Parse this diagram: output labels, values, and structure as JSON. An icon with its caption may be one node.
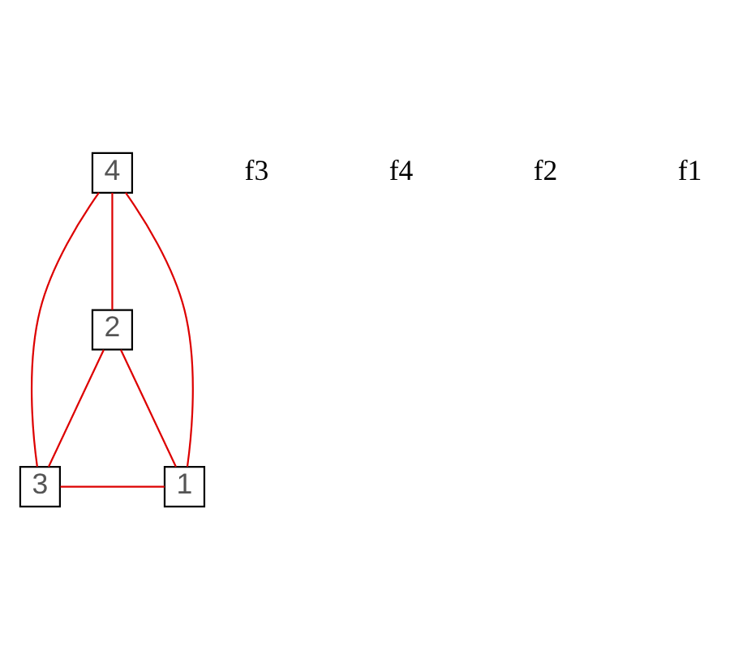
{
  "diagram": {
    "nodes": [
      {
        "text": [
          "4"
        ]
      },
      {
        "text": [
          "2"
        ]
      },
      {
        "text": [
          "3"
        ]
      },
      {
        "text": [
          "1"
        ]
      }
    ],
    "edges": [
      {
        "from": 0,
        "to": 2,
        "arrow": "none",
        "color": "#dd0000"
      },
      {
        "from": 0,
        "to": 1,
        "arrow": "none",
        "color": "#dd0000"
      },
      {
        "from": 0,
        "to": 3,
        "arrow": "none",
        "color": "#dd0000"
      },
      {
        "from": 1,
        "to": 2,
        "arrow": "none",
        "color": "#dd0000"
      },
      {
        "from": 1,
        "to": 3,
        "arrow": "none",
        "color": "#dd0000"
      },
      {
        "from": 2,
        "to": 3,
        "arrow": "none",
        "color": "#dd0000"
      }
    ],
    "labels": [
      "f3",
      "f4",
      "f2",
      "f1"
    ]
  }
}
